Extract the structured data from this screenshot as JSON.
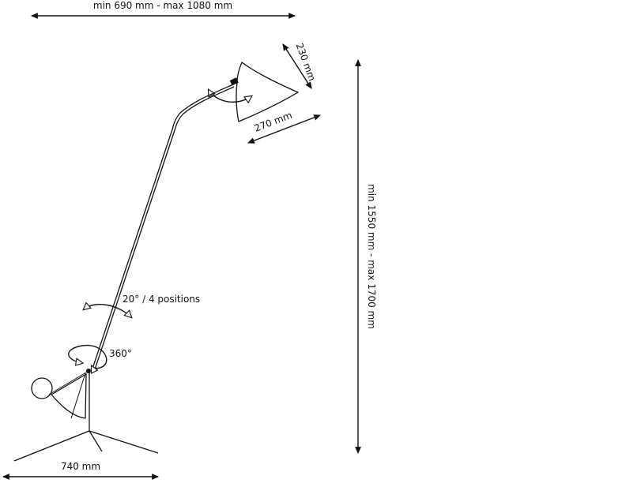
{
  "dimensions": {
    "reach": "min 690 mm - max 1080 mm",
    "shade_height": "230 mm",
    "shade_width": "270 mm",
    "height": "min 1550 mm - max 1700 mm",
    "base_width": "740 mm"
  },
  "annotations": {
    "tilt": "20° / 4 positions",
    "rotation": "360°"
  },
  "colors": {
    "ink": "#111111",
    "background": "#ffffff"
  }
}
